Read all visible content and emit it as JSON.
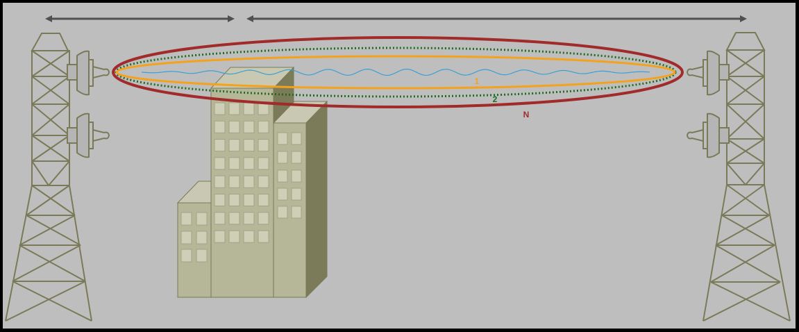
{
  "diagram": {
    "fresnel_zones": [
      {
        "label": "1",
        "color": "#f4a21c",
        "style": "solid"
      },
      {
        "label": "2",
        "color": "#1f6b1f",
        "style": "dotted"
      },
      {
        "label": "N",
        "color": "#a12a2a",
        "style": "solid"
      }
    ],
    "colors": {
      "background": "#bebebe",
      "border": "#000000",
      "tower": "#7a7a58",
      "building_face": "#b6b698",
      "building_side": "#7b7b59",
      "building_top": "#c9c9b3",
      "window": "#cfcfb7",
      "signal_wave": "#3b9fd6",
      "arrow": "#505050",
      "dish": "#b5b5b5"
    }
  }
}
